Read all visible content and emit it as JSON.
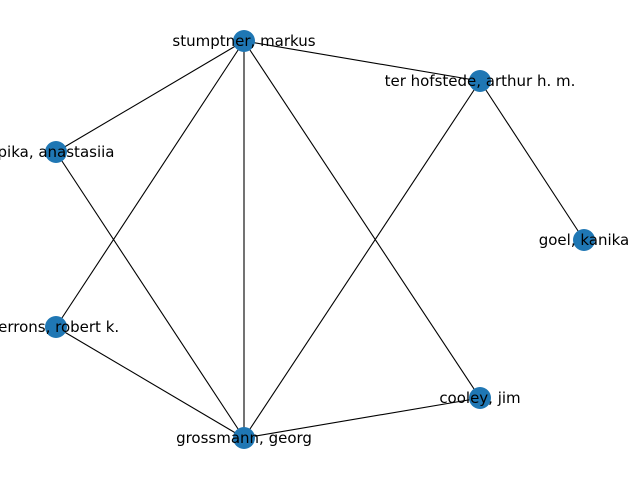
{
  "graph": {
    "node_color": "#1f77b4",
    "edge_color": "#000000",
    "background": "#ffffff",
    "nodes": [
      {
        "id": "stumptner",
        "label": "stumptner, markus"
      },
      {
        "id": "terhofstede",
        "label": "ter hofstede, arthur h. m."
      },
      {
        "id": "goel",
        "label": "goel, kanika"
      },
      {
        "id": "cooley",
        "label": "cooley, jim"
      },
      {
        "id": "grossmann",
        "label": "grossmann, georg"
      },
      {
        "id": "ferrons",
        "label": "ferrons, robert k."
      },
      {
        "id": "anastasiia",
        "label": "pika, anastasiia"
      }
    ],
    "edges": [
      [
        "stumptner",
        "terhofstede"
      ],
      [
        "stumptner",
        "anastasiia"
      ],
      [
        "stumptner",
        "ferrons"
      ],
      [
        "stumptner",
        "grossmann"
      ],
      [
        "stumptner",
        "cooley"
      ],
      [
        "terhofstede",
        "goel"
      ],
      [
        "terhofstede",
        "grossmann"
      ],
      [
        "anastasiia",
        "grossmann"
      ],
      [
        "ferrons",
        "grossmann"
      ],
      [
        "grossmann",
        "cooley"
      ]
    ]
  }
}
